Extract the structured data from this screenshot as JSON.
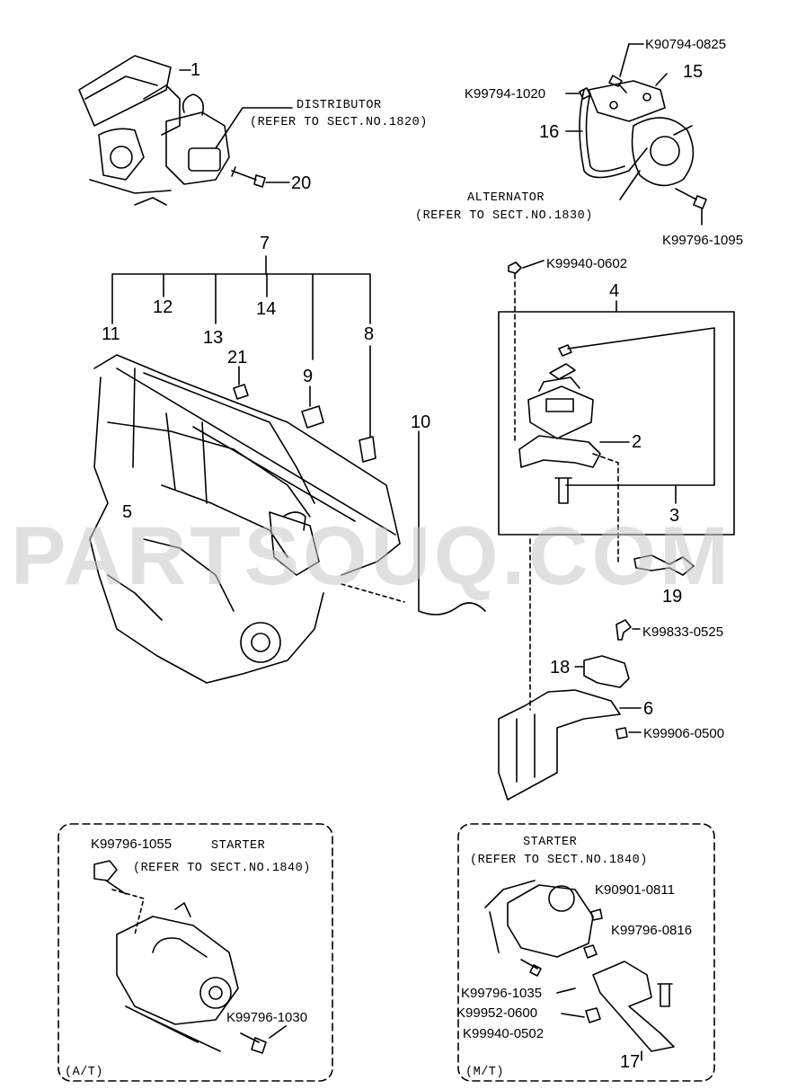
{
  "watermark": "PARTSOUQ.COM",
  "callouts": {
    "n1": "1",
    "n2": "2",
    "n3": "3",
    "n4": "4",
    "n5": "5",
    "n6": "6",
    "n7": "7",
    "n8": "8",
    "n9": "9",
    "n10": "10",
    "n11": "11",
    "n12": "12",
    "n13": "13",
    "n14": "14",
    "n15": "15",
    "n16": "16",
    "n17": "17",
    "n18": "18",
    "n19": "19",
    "n20": "20",
    "n21": "21"
  },
  "part_numbers": {
    "k90794_0825": "K90794-0825",
    "k99794_1020": "K99794-1020",
    "k99796_1095": "K99796-1095",
    "k99940_0602": "K99940-0602",
    "k99833_0525": "K99833-0525",
    "k99906_0500": "K99906-0500",
    "k99796_1055": "K99796-1055",
    "k99796_1030": "K99796-1030",
    "k90901_0811": "K90901-0811",
    "k99796_0816": "K99796-0816",
    "k99796_1035": "K99796-1035",
    "k99952_0600": "K99952-0600",
    "k99940_0502": "K99940-0502"
  },
  "notes": {
    "distributor_1": "DISTRIBUTOR",
    "distributor_2": "(REFER TO SECT.NO.1820)",
    "alternator_1": "ALTERNATOR",
    "alternator_2": "(REFER TO SECT.NO.1830)",
    "starter_at_1": "STARTER",
    "starter_at_2": "(REFER TO SECT.NO.1840)",
    "starter_mt_1": "STARTER",
    "starter_mt_2": "(REFER TO SECT.NO.1840)",
    "at_label": "(A/T)",
    "mt_label": "(M/T)"
  }
}
